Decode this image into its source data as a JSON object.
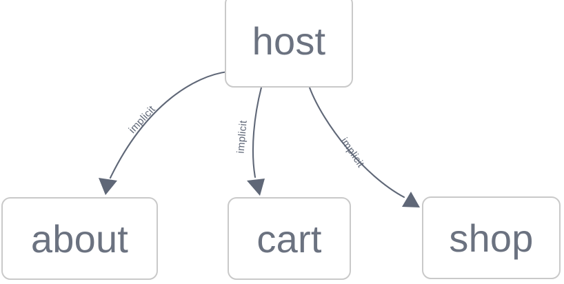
{
  "diagram": {
    "type": "directed-graph",
    "background_color": "#ffffff",
    "node_border_color": "#c9c9c9",
    "node_fill_color": "#ffffff",
    "node_text_color": "#6b7280",
    "edge_color": "#5f6777",
    "nodes": [
      {
        "id": "host",
        "label": "host"
      },
      {
        "id": "about",
        "label": "about"
      },
      {
        "id": "cart",
        "label": "cart"
      },
      {
        "id": "shop",
        "label": "shop"
      }
    ],
    "edges": [
      {
        "from": "host",
        "to": "about",
        "label": "implicit",
        "arrow": "to"
      },
      {
        "from": "host",
        "to": "cart",
        "label": "implicit",
        "arrow": "to"
      },
      {
        "from": "host",
        "to": "shop",
        "label": "implicit",
        "arrow": "to"
      }
    ]
  }
}
